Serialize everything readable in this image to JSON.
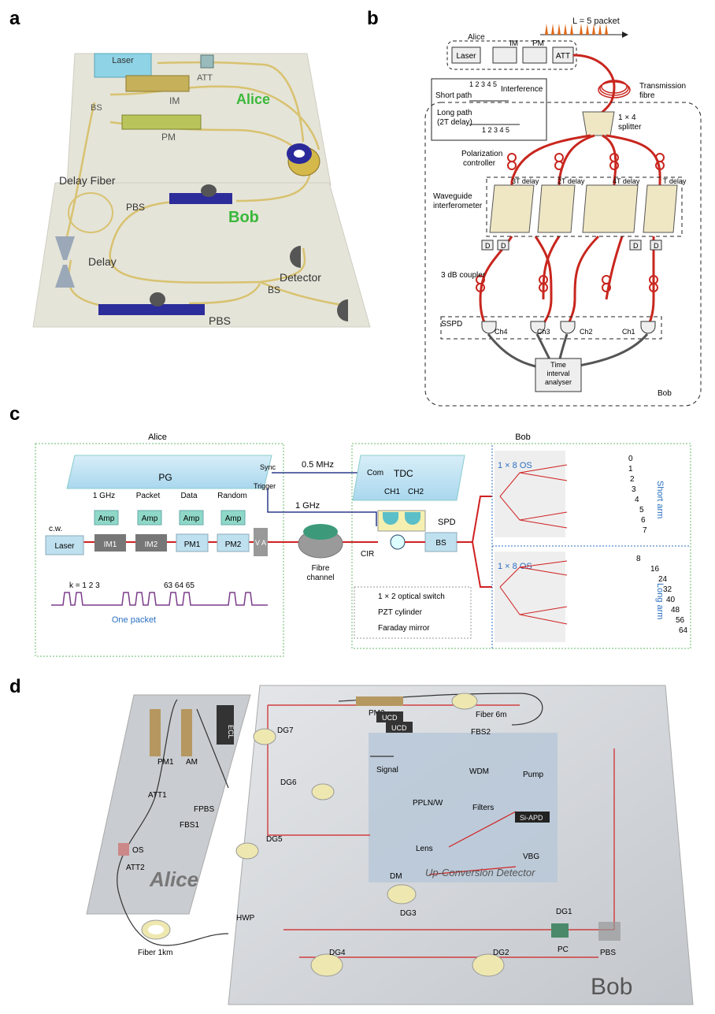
{
  "panels": {
    "a": {
      "label": "a",
      "alice_title": "Alice",
      "bob_title": "Bob",
      "laser": "Laser",
      "att": "ATT",
      "im": "IM",
      "pm": "PM",
      "bs_alice": "BS",
      "delay_fiber": "Delay Fiber",
      "pbs_top": "PBS",
      "delay": "Delay",
      "detector": "Detector",
      "bs_bob": "BS",
      "pbs_bottom": "PBS"
    },
    "b": {
      "label": "b",
      "packet": "L = 5 packet",
      "alice": "Alice",
      "laser": "Laser",
      "im": "IM",
      "pm": "PM",
      "att": "ATT",
      "transmission_fibre": [
        "Transmission",
        "fibre"
      ],
      "short_path": "Short path",
      "interference": "Interference",
      "long_path": [
        "Long path",
        "(2T delay)"
      ],
      "pulse_numbers": "1 2 3 4 5",
      "splitter": [
        "1 × 4",
        "splitter"
      ],
      "polarization_controller": [
        "Polarization",
        "controller"
      ],
      "waveguide_interferometer": [
        "Waveguide",
        "interferometer"
      ],
      "delays": [
        "3T delay",
        "2T delay",
        "4T delay",
        "T delay"
      ],
      "d": "D",
      "coupler": "3 dB coupler",
      "sspd": "SSPD",
      "channels": [
        "Ch4",
        "Ch3",
        "Ch2",
        "Ch1"
      ],
      "tia": [
        "Time",
        "interval",
        "analyser"
      ],
      "bob": "Bob"
    },
    "c": {
      "label": "c",
      "alice": "Alice",
      "bob": "Bob",
      "pg": "PG",
      "sync": "Sync",
      "trigger": "Trigger",
      "freq_05": "0.5 MHz",
      "freq_1": "1 GHz",
      "com": "Com",
      "tdc": "TDC",
      "ch1": "CH1",
      "ch2": "CH2",
      "spd": "SPD",
      "signals": [
        "1 GHz",
        "Packet",
        "Data",
        "Random"
      ],
      "amp": "Amp",
      "cw": "c.w.",
      "laser": "Laser",
      "im1": "IM1",
      "im2": "IM2",
      "pm1": "PM1",
      "pm2": "PM2",
      "va": "V A",
      "cir": "CIR",
      "bs": "BS",
      "k_label": "k = 1   2   3",
      "k_label2": "63 64 65",
      "one_packet": "One packet",
      "fibre_channel": [
        "Fibre",
        "channel"
      ],
      "legend": [
        "1 × 2 optical switch",
        "PZT cylinder",
        "Faraday mirror"
      ],
      "os_label": "1 × 8 OS",
      "short_arm": "Short arm",
      "long_arm": "Long arm",
      "short_nums": [
        "0",
        "1",
        "2",
        "3",
        "4",
        "5",
        "6",
        "7"
      ],
      "long_nums": [
        "8",
        "16",
        "24",
        "32",
        "40",
        "48",
        "56",
        "64"
      ]
    },
    "d": {
      "label": "d",
      "alice": "Alice",
      "bob": "Bob",
      "pm1": "PM1",
      "am": "AM",
      "ecl": "ECL",
      "att1": "ATT1",
      "fpbs": "FPBS",
      "fbs1": "FBS1",
      "os": "OS",
      "att2": "ATT2",
      "fiber_1km": "Fiber 1km",
      "pm2": "PM2",
      "ucd": "UCD",
      "fiber_6m": "Fiber 6m",
      "fbs2": "FBS2",
      "dg7": "DG7",
      "dg6": "DG6",
      "dg5": "DG5",
      "dg3": "DG3",
      "dg4": "DG4",
      "dg2": "DG2",
      "dg1": "DG1",
      "signal": "Signal",
      "wdm": "WDM",
      "pump": "Pump",
      "ppln": "PPLN/W",
      "filters": "Filters",
      "siapd": "Si-APD",
      "lens": "Lens",
      "dm": "DM",
      "vbg": "VBG",
      "ucd_title": "Up-Conversion Detector",
      "hwp": "HWP",
      "pc": "PC",
      "pbs": "PBS"
    }
  }
}
